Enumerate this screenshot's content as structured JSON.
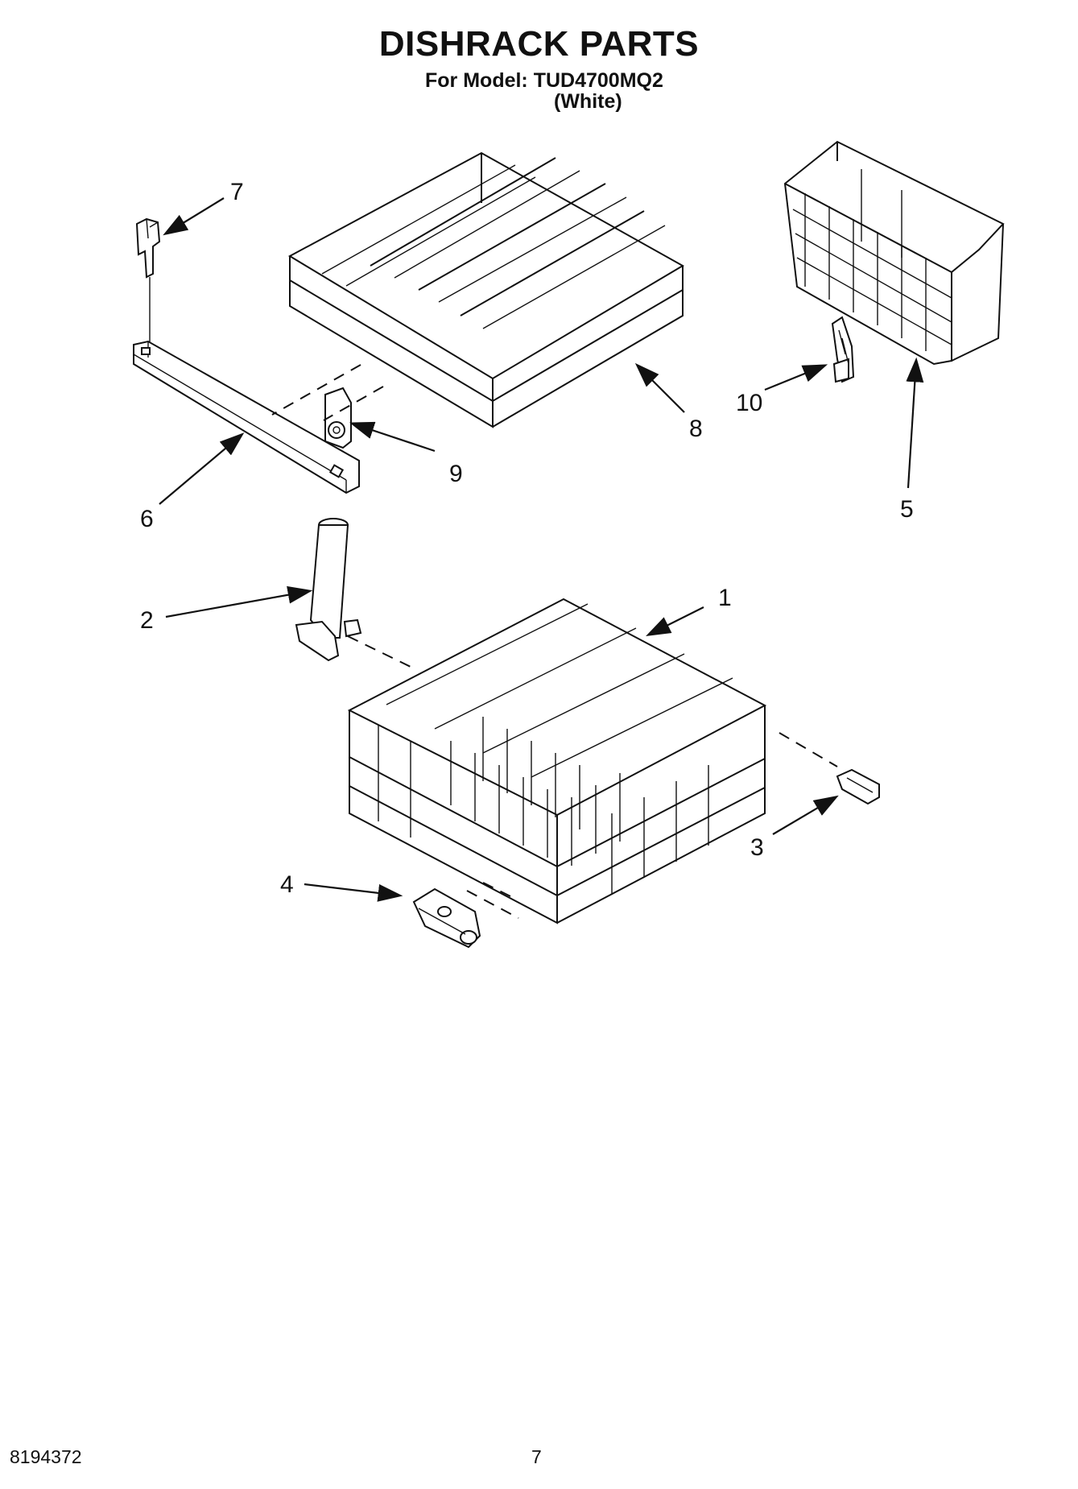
{
  "header": {
    "title": "DISHRACK PARTS",
    "model": "For Model: TUD4700MQ2",
    "color": "(White)"
  },
  "callouts": [
    "1",
    "2",
    "3",
    "4",
    "5",
    "6",
    "7",
    "8",
    "9",
    "10"
  ],
  "footer": {
    "doc_number": "8194372",
    "page_number": "7"
  }
}
